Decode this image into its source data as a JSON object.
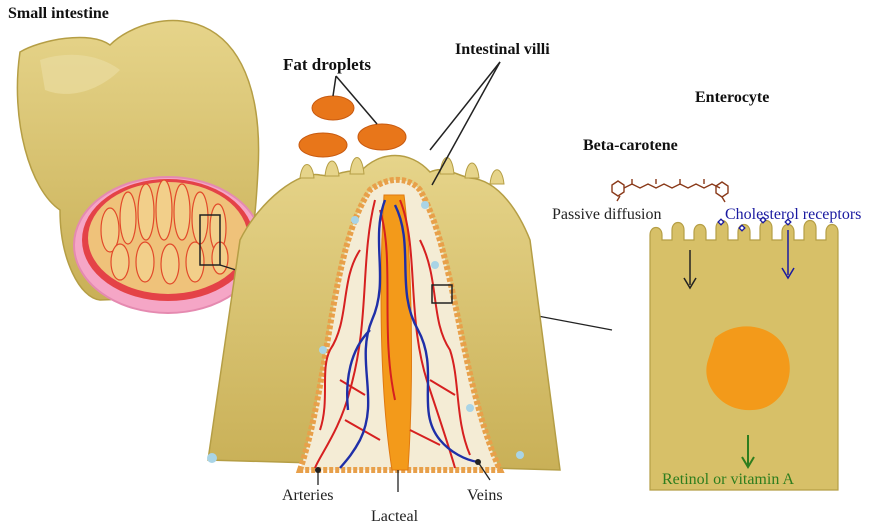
{
  "labels": {
    "small_intestine": "Small intestine",
    "fat_droplets": "Fat droplets",
    "intestinal_villi": "Intestinal villi",
    "enterocyte": "Enterocyte",
    "beta_carotene": "Beta-carotene",
    "passive_diffusion": "Passive diffusion",
    "cholesterol_receptors": "Cholesterol receptors",
    "arteries": "Arteries",
    "lacteal": "Lacteal",
    "veins": "Veins",
    "retinol": "Retinol or vitamin A"
  },
  "colors": {
    "tissue": "#d7c068",
    "tissue_dark": "#b59e45",
    "fat": "#e8761a",
    "artery": "#d62020",
    "vein": "#1f2fa8",
    "nucleus": "#f39a1a",
    "cholesterol_text": "#1a1aa0",
    "retinol_text": "#2e7d1e"
  }
}
